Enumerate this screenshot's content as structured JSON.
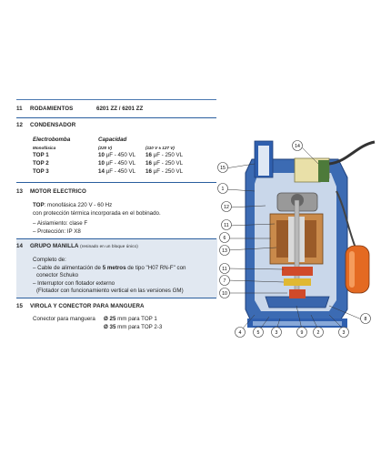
{
  "sections": [
    {
      "num": "11",
      "title": "RODAMIENTOS",
      "value": "6201 ZZ / 6201 ZZ"
    },
    {
      "num": "12",
      "title": "CONDENSADOR",
      "head_left": "Electrobomba",
      "head_right": "Capacidad",
      "sub_left": "Monofásica",
      "sub_mid": "(220 V)",
      "sub_right": "(110 V ± 127 V)",
      "rows": [
        {
          "model": "TOP 1",
          "cap1_num": "10",
          "cap1_unit": "µF - 450 VL",
          "cap2_num": "16",
          "cap2_unit": "µF - 250 VL"
        },
        {
          "model": "TOP 2",
          "cap1_num": "10",
          "cap1_unit": "µF - 450 VL",
          "cap2_num": "16",
          "cap2_unit": "µF - 250 VL"
        },
        {
          "model": "TOP 3",
          "cap1_num": "14",
          "cap1_unit": "µF - 450 VL",
          "cap2_num": "16",
          "cap2_unit": "µF - 250 VL"
        }
      ]
    },
    {
      "num": "13",
      "title": "MOTOR ELECTRICO",
      "line1_bold": "TOP",
      "line1_rest": ": monofásica 220 V - 60 Hz",
      "line2": "con protección térmica incorporada en el bobinado.",
      "line3": "– Aislamiento: clase F",
      "line4": "– Protección: IP X8"
    },
    {
      "num": "14",
      "title": "GRUPO MANILLA",
      "title_note": "(resinado en un bloque único)",
      "line1": "Completo de:",
      "line2_pre": "– Cable de alimentación de ",
      "line2_bold": "5 metros",
      "line2_post": " de tipo \"H07 RN-F\" con",
      "line3": "conector Schuko",
      "line4": "– Interruptor con flotador externo",
      "line5": "(Flotador con funcionamiento vertical en las versiones GM)"
    },
    {
      "num": "15",
      "title": "VIROLA Y CONECTOR PARA MANGUERA",
      "label": "Conector para manguera",
      "conn1_bold": "Ø 25",
      "conn1_rest": " mm para TOP 1",
      "conn2_bold": "Ø 35",
      "conn2_rest": " mm para TOP 2-3"
    }
  ],
  "diagram": {
    "callouts": [
      "14",
      "15",
      "1",
      "12",
      "11",
      "6",
      "13",
      "11",
      "7",
      "10",
      "4",
      "5",
      "3",
      "9",
      "2",
      "3",
      "8"
    ]
  }
}
